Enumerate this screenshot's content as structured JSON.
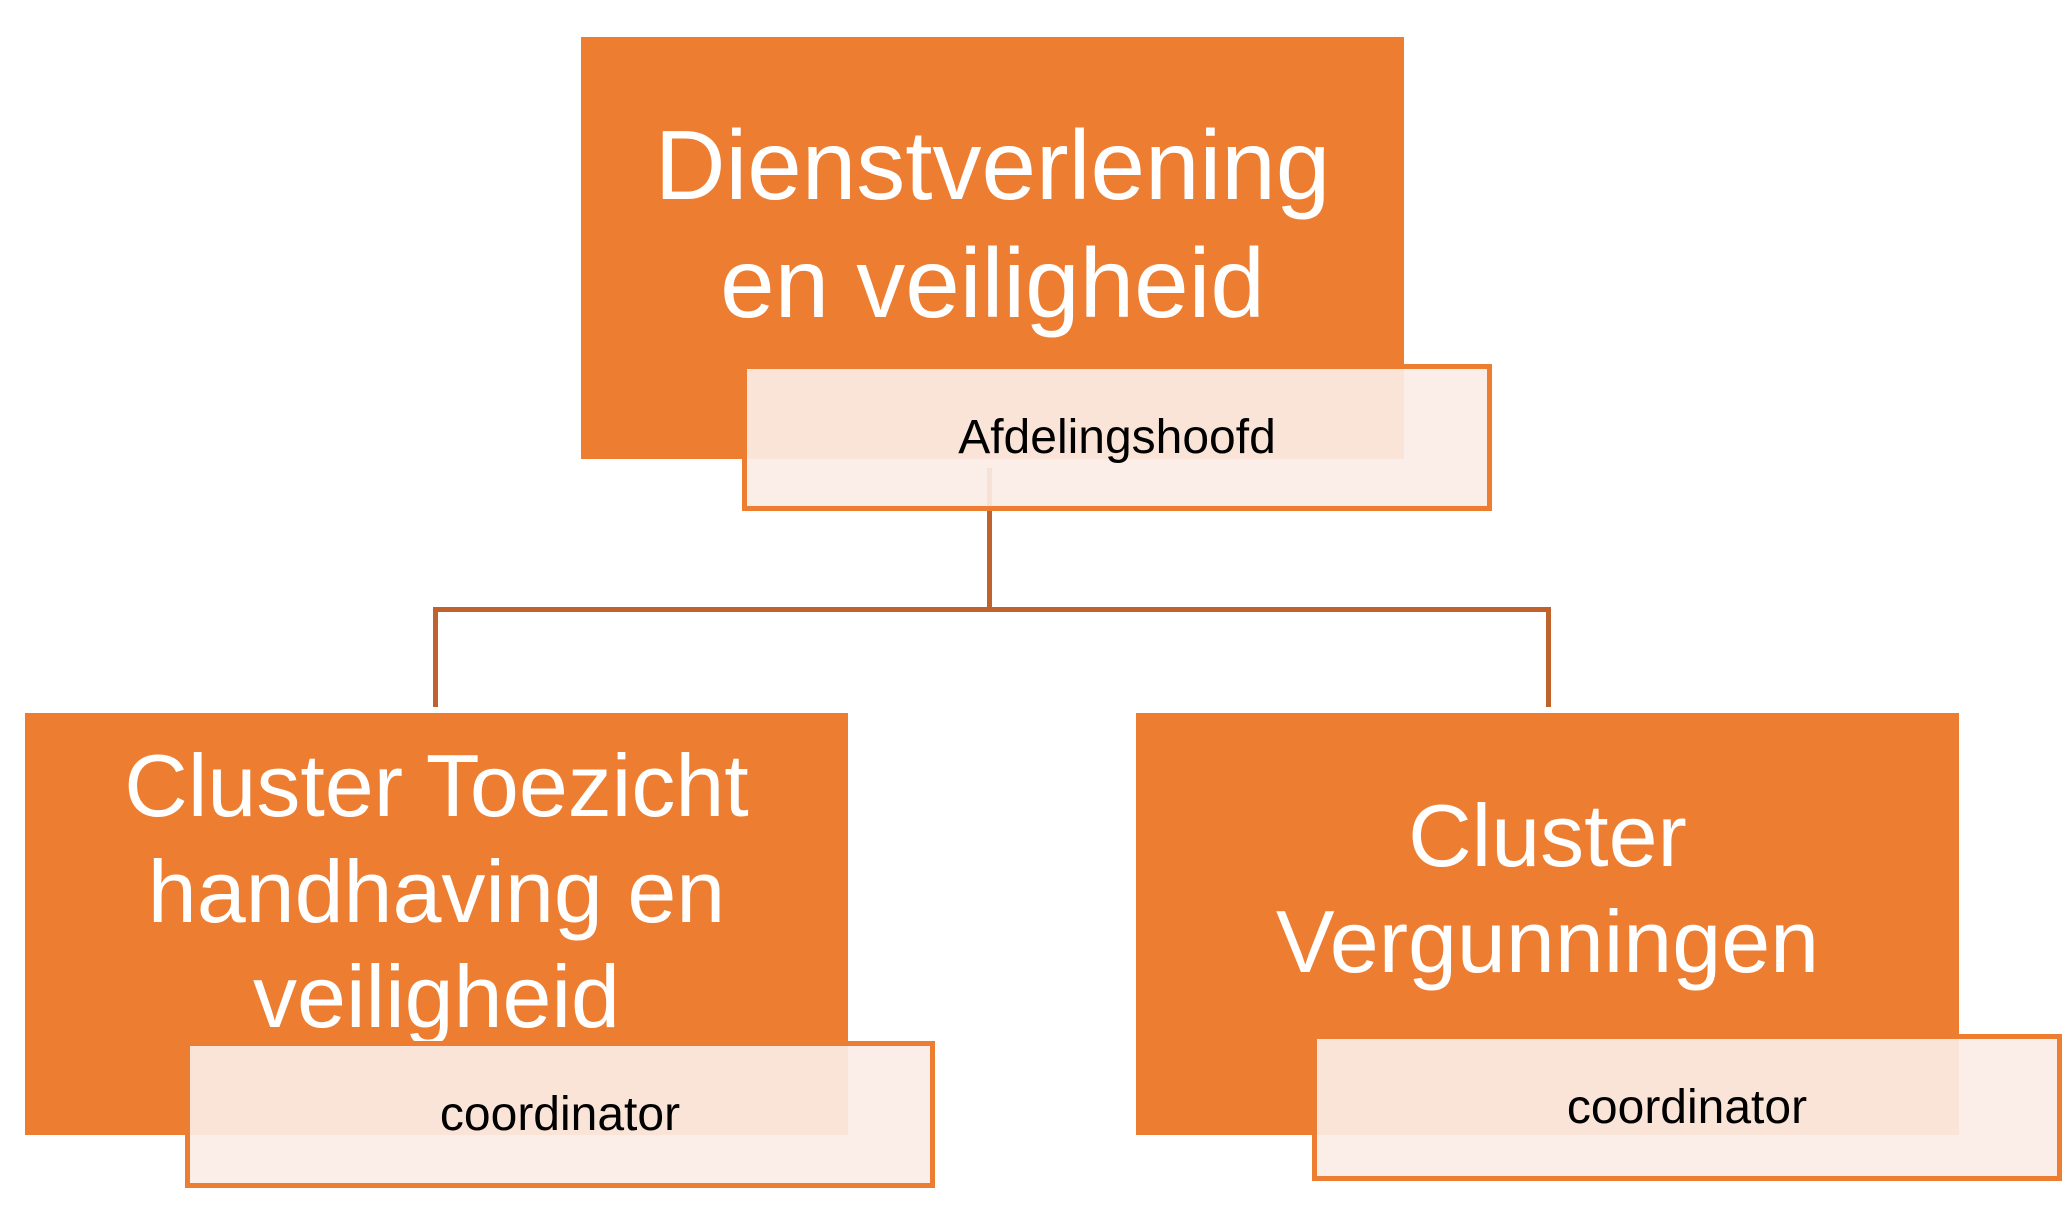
{
  "nodes": {
    "top": {
      "title": "Dienstverlening\nen veiligheid",
      "role": "Afdelingshoofd"
    },
    "left": {
      "title": "Cluster Toezicht\nhandhaving en\nveiligheid",
      "role": "coordinator"
    },
    "right": {
      "title": "Cluster\nVergunningen",
      "role": "coordinator"
    }
  },
  "colors": {
    "box_fill": "#ed7d31",
    "label_fill": "#fbece5",
    "connector": "#c0622b",
    "title_text": "#ffffff",
    "role_text": "#000000"
  }
}
